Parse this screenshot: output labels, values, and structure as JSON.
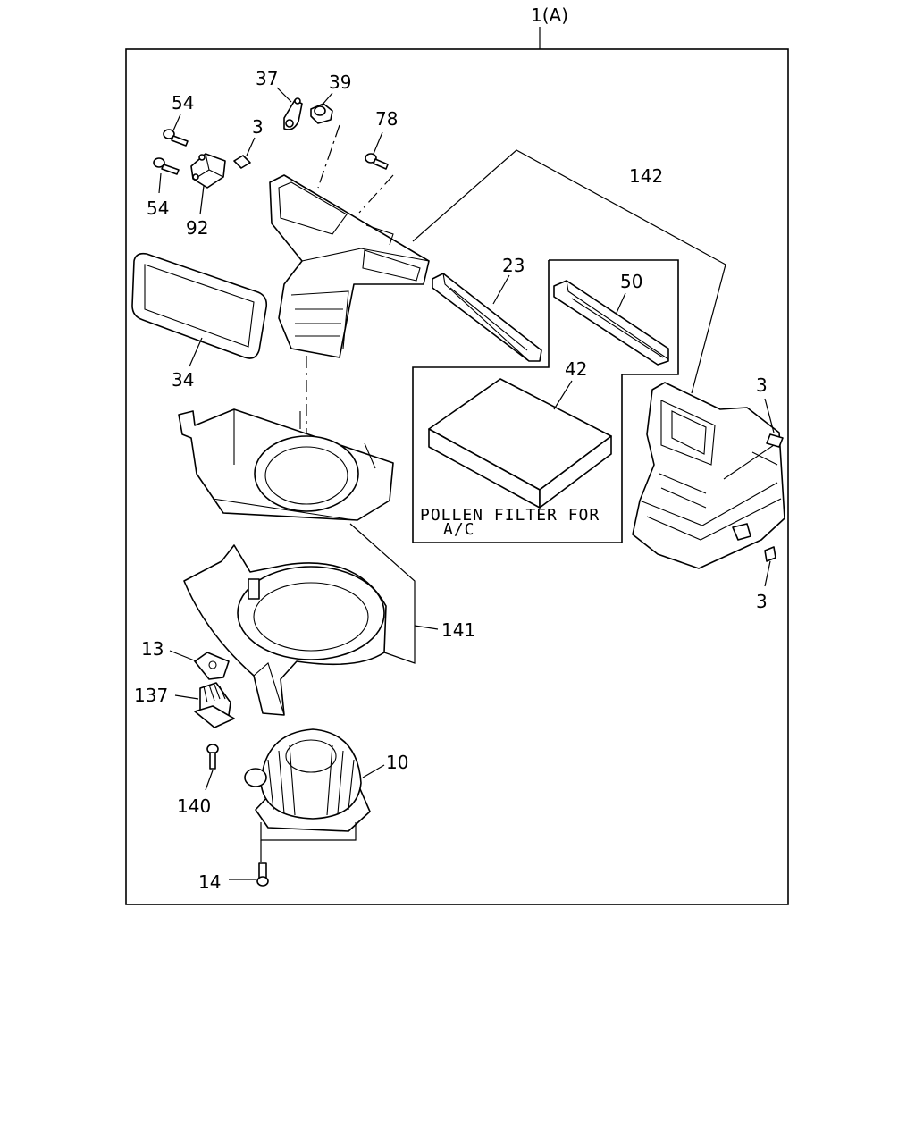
{
  "assembly_label": "1(A)",
  "filter_note": {
    "line1": "POLLEN FILTER FOR",
    "line2": "A/C"
  },
  "callouts": {
    "c54_top": "54",
    "c54_bottom": "54",
    "c92": "92",
    "c3_top": "3",
    "c37": "37",
    "c39": "39",
    "c78": "78",
    "c142": "142",
    "c23": "23",
    "c50": "50",
    "c42": "42",
    "c34": "34",
    "c3_right_top": "3",
    "c3_right_bottom": "3",
    "c141": "141",
    "c13": "13",
    "c137": "137",
    "c140": "140",
    "c10": "10",
    "c14": "14"
  }
}
